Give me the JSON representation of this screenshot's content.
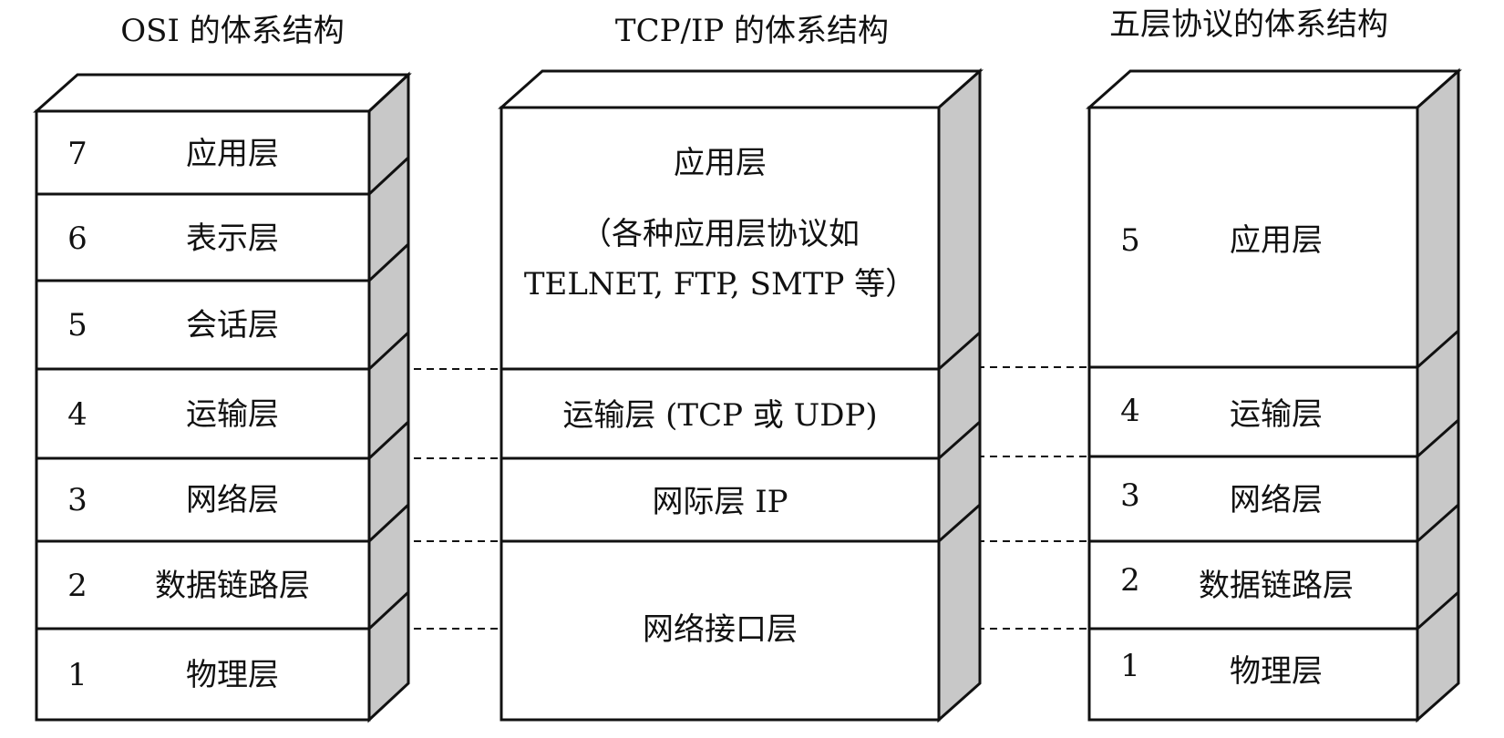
{
  "titles": {
    "osi": "OSI 的体系结构",
    "tcpip": "TCP/IP 的体系结构",
    "five": "五层协议的体系结构"
  },
  "osi_layers": [
    {
      "num": "7",
      "label": "应用层"
    },
    {
      "num": "6",
      "label": "表示层"
    },
    {
      "num": "5",
      "label": "会话层"
    },
    {
      "num": "4",
      "label": "运输层"
    },
    {
      "num": "3",
      "label": "网络层"
    },
    {
      "num": "2",
      "label": "数据链路层"
    },
    {
      "num": "1",
      "label": "物理层"
    }
  ],
  "tcpip_layers": [
    {
      "lines": [
        "应用层",
        "（各种应用层协议如",
        "TELNET, FTP, SMTP 等）"
      ]
    },
    {
      "lines": [
        "运输层 (TCP 或 UDP)"
      ]
    },
    {
      "lines": [
        "网际层 IP"
      ]
    },
    {
      "lines": [
        "网络接口层"
      ]
    }
  ],
  "five_layers": [
    {
      "num": "5",
      "label": "应用层"
    },
    {
      "num": "4",
      "label": "运输层"
    },
    {
      "num": "3",
      "label": "网络层"
    },
    {
      "num": "2",
      "label": "数据链路层"
    },
    {
      "num": "1",
      "label": "物理层"
    }
  ]
}
